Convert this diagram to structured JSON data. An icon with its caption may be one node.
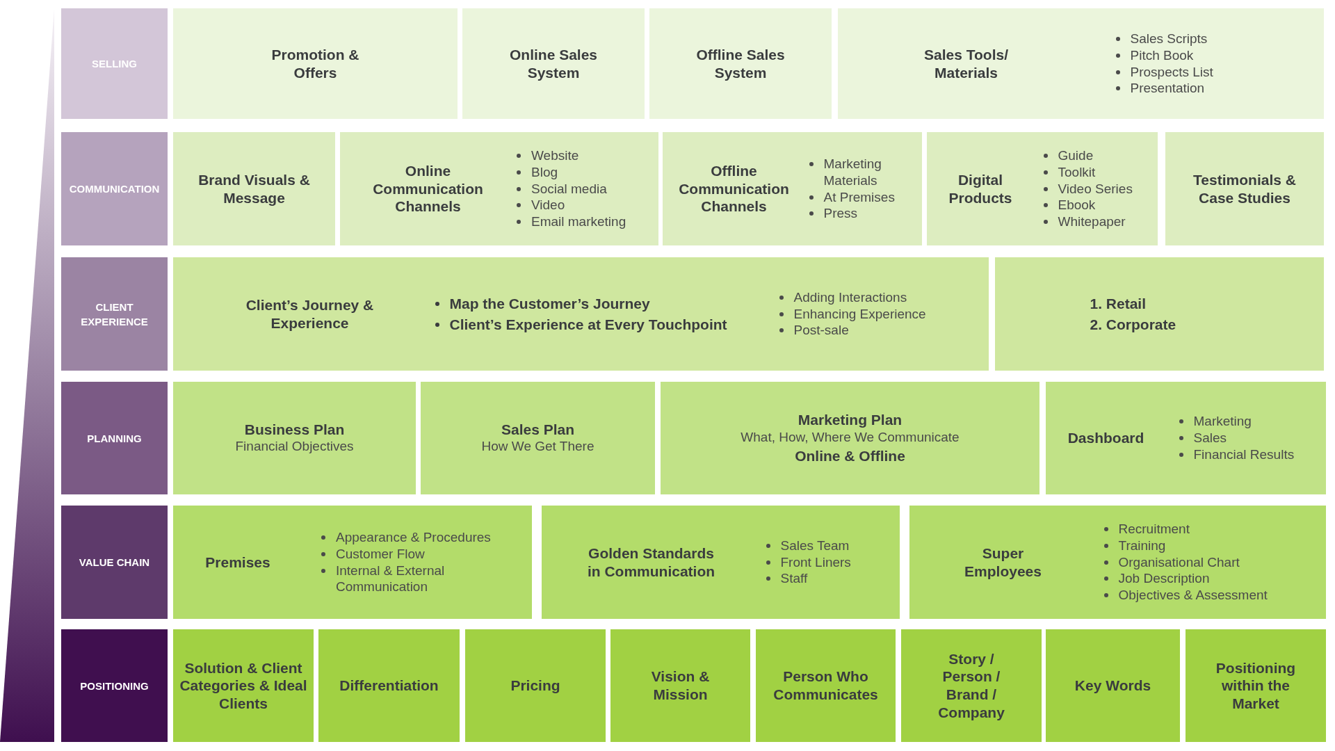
{
  "diagram": {
    "nodes": [
      {
        "text": [],
        "shape": "triangle"
      },
      {
        "text": [
          "SELLING"
        ]
      },
      {
        "text": [
          "Promotion & Offers"
        ]
      },
      {
        "text": [
          "Online Sales System"
        ]
      },
      {
        "text": [
          "Offline Sales System"
        ]
      },
      {
        "text": [
          "Sales Tools/ Materials",
          "Sales Scripts",
          "Pitch Book",
          "Prospects List",
          "Presentation"
        ]
      },
      {
        "text": [
          "COMMUNICATION"
        ]
      },
      {
        "text": [
          "Brand Visuals & Message"
        ]
      },
      {
        "text": [
          "Online Communication Channels",
          "Website",
          "Blog",
          "Social media",
          "Video",
          "Email marketing"
        ]
      },
      {
        "text": [
          "Offline Communication Channels",
          "Marketing Materials",
          "At Premises",
          "Press"
        ]
      },
      {
        "text": [
          "Digital Products",
          "Guide",
          "Toolkit",
          "Video Series",
          "Ebook",
          "Whitepaper"
        ]
      },
      {
        "text": [
          "Testimonials & Case Studies"
        ]
      },
      {
        "text": [
          "CLIENT EXPERIENCE"
        ]
      },
      {
        "text": [
          "Client’s Journey & Experience",
          "Map the Customer’s Journey",
          "Client’s Experience at Every Touchpoint",
          "Adding Interactions",
          "Enhancing Experience",
          "Post-sale"
        ]
      },
      {
        "text": [
          "1. Retail",
          "2. Corporate"
        ]
      },
      {
        "text": [
          "PLANNING"
        ]
      },
      {
        "text": [
          "Business Plan",
          "Financial Objectives"
        ]
      },
      {
        "text": [
          "Sales Plan",
          "How We Get There"
        ]
      },
      {
        "text": [
          "Marketing Plan",
          "What, How, Where We Communicate",
          "Online & Offline"
        ]
      },
      {
        "text": [
          "Dashboard",
          "Marketing",
          "Sales",
          "Financial Results"
        ]
      },
      {
        "text": [
          "VALUE CHAIN"
        ]
      },
      {
        "text": [
          "Premises",
          "Appearance & Procedures",
          "Customer Flow",
          "Internal & External Communication"
        ]
      },
      {
        "text": [
          "Golden Standards in Communication",
          "Sales Team",
          "Front Liners",
          "Staff"
        ]
      },
      {
        "text": [
          "Super Employees",
          "Recruitment",
          "Training",
          "Organisational Chart",
          "Job Description",
          "Objectives & Assessment"
        ]
      },
      {
        "text": [
          "POSITIONING"
        ]
      },
      {
        "text": [
          "Solution & Client Categories & Ideal Clients"
        ]
      },
      {
        "text": [
          "Differentiation"
        ]
      },
      {
        "text": [
          "Pricing"
        ]
      },
      {
        "text": [
          "Vision & Mission"
        ]
      },
      {
        "text": [
          "Person Who Communicates"
        ]
      },
      {
        "text": [
          "Story / Person / Brand / Company"
        ]
      },
      {
        "text": [
          "Key Words"
        ]
      },
      {
        "text": [
          "Positioning within the Market"
        ]
      }
    ]
  }
}
